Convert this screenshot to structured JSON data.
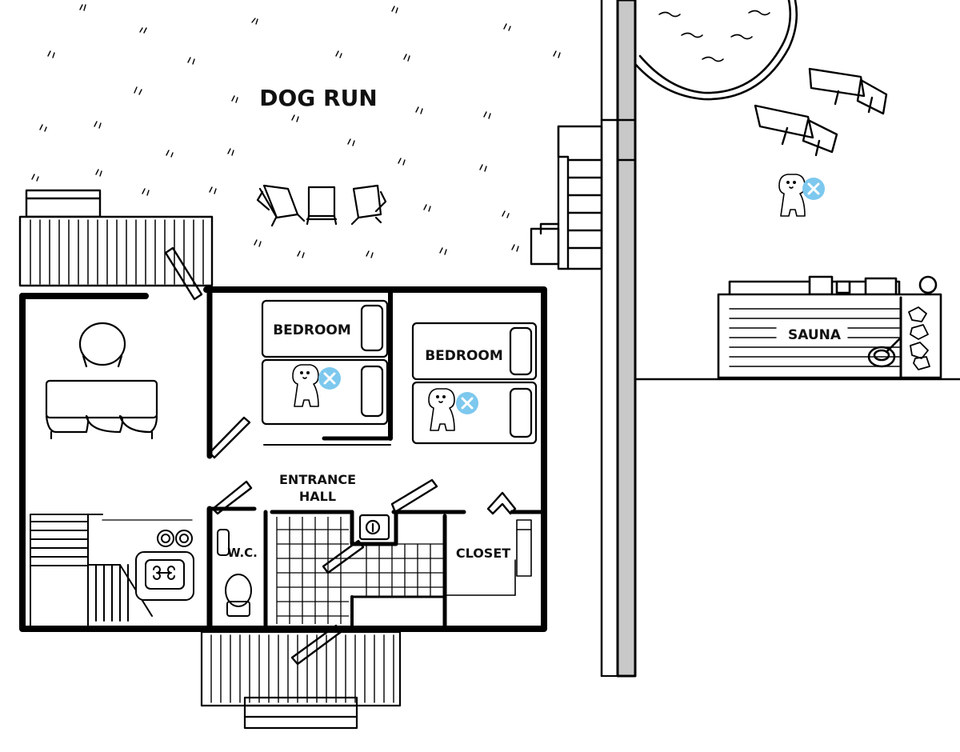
{
  "labels": {
    "dog_run": "DOG RUN",
    "bedroom_1": "BEDROOM",
    "bedroom_2": "BEDROOM",
    "entrance_hall_line1": "ENTRANCE",
    "entrance_hall_line2": "HALL",
    "wc": "W.C.",
    "closet": "CLOSET",
    "sauna": "SAUNA"
  },
  "hidden_dogs": [
    {
      "location": "poolside",
      "marker": "close-icon"
    },
    {
      "location": "bedroom-1-bed",
      "marker": "close-icon"
    },
    {
      "location": "bedroom-2-bed",
      "marker": "close-icon"
    }
  ],
  "colors": {
    "ink": "#000000",
    "marker": "#7dc8ee",
    "marker_x": "#ffffff",
    "wall_gray": "#c8c8c8"
  }
}
